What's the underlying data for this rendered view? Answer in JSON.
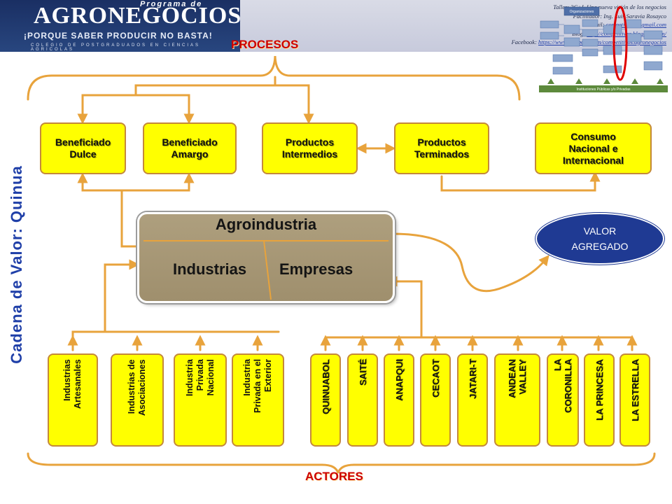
{
  "header": {
    "logo_program": "Programa de",
    "logo_main": "AGRONEGOCIOS",
    "logo_slogan": "¡PORQUE SABER PRODUCIR NO BASTA!",
    "logo_college": "COLEGIO DE POSTGRADUADOS EN CIENCIAS AGRICOLAS",
    "info": {
      "line1": "Taller: 3C+I. Una nueva visión de los negocios",
      "line2_prefix": "Facilitador: Ing. Luis Saravia Rosayco",
      "line3_prefix": "e-mail:",
      "line3_link": "competitivos@gmail.com",
      "line4_prefix": "Blog:",
      "line4_link": "http://competitivos.blogspot.com/",
      "line5_prefix": "Facebook:",
      "line5_link": "https://www.facebook.com/competitivos.agronegocios"
    }
  },
  "side_title": "Cadena de Valor: Quinua",
  "procesos_label": "PROCESOS",
  "actores_label": "ACTORES",
  "process_boxes": [
    {
      "id": "beneficiado-dulce",
      "label": "Beneficiado\nDulce"
    },
    {
      "id": "beneficiado-amargo",
      "label": "Beneficiado\nAmargo"
    },
    {
      "id": "productos-intermedios",
      "label": "Productos\nIntermedios"
    },
    {
      "id": "productos-terminados",
      "label": "Productos\nTerminados"
    },
    {
      "id": "consumo",
      "label": "Consumo\nNacional e\nInternacional"
    }
  ],
  "agroindustria": {
    "title": "Agroindustria",
    "left": "Industrias",
    "right": "Empresas"
  },
  "valor_agregado": "VALOR\nAGREGADO",
  "industry_actors": [
    "Industrias\nArtesanales",
    "Industrias de\nAsociaciones",
    "Industria\nPrivada\nNacional",
    "Industria\nPrivada en el\nExterior"
  ],
  "company_actors": [
    "QUINUABOL",
    "SAITÉ",
    "ANAPQUI",
    "CECAOT",
    "JATARI-T",
    "ANDEAN\nVALLEY",
    "LA\nCORONILLA",
    "LA PRINCESA",
    "LA ESTRELLA"
  ],
  "mini_chart": {
    "top_label": "Organizaciones",
    "bottom_label": "Instituciones Públicas y/o Privadas"
  },
  "colors": {
    "box_fill": "#ffff00",
    "connector": "#e8a33c",
    "title_blue": "#1f3fa8",
    "label_red": "#cc0000",
    "valor_fill": "#1f3a93",
    "highlight_oval": "#e00000"
  }
}
